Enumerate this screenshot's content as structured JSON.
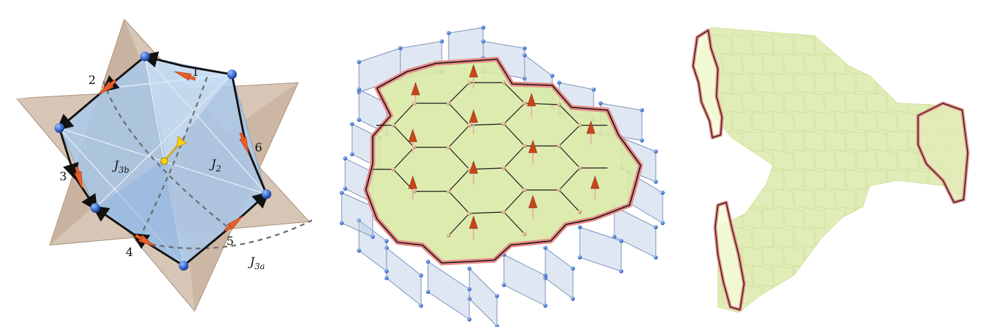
{
  "panel_left": {
    "arrow_labels": [
      "1",
      "2",
      "3",
      "4",
      "5",
      "6"
    ],
    "coupling_labels": {
      "j3b_main": "J",
      "j3b_sub": "3b",
      "j2_main": "J",
      "j2_sub": "2",
      "j3a_main": "J",
      "j3a_sub": "3a"
    }
  },
  "colors": {
    "tan_face": "#c9b19c",
    "blue_face": "#a9c8ea",
    "sphere_blue": "#3b6fd1",
    "arrow_orange": "#e8602b",
    "loop_black": "#111111",
    "green_face": "#d9e9a6",
    "red_outline": "#e88b87",
    "yellow_spin": "#f4d20b",
    "honeycomb_blue": "#b9c9e4",
    "spin_red": "#c8461b"
  }
}
